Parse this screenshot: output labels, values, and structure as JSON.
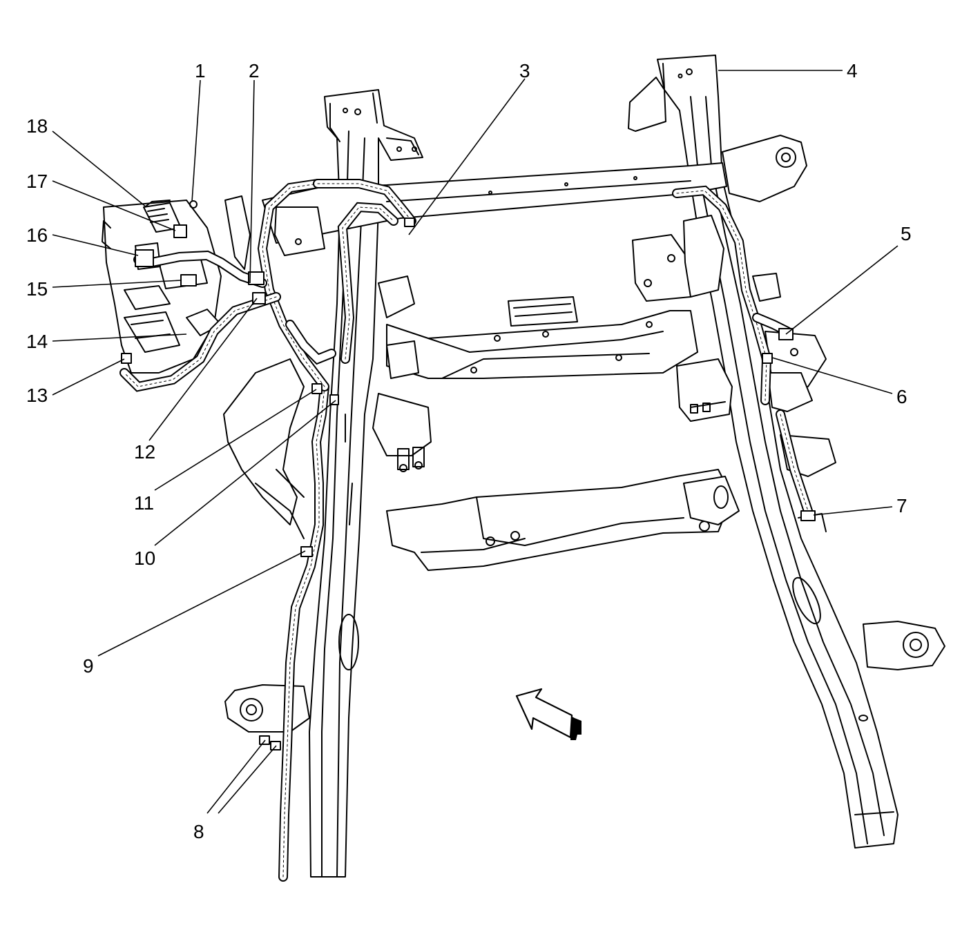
{
  "callouts": {
    "c1": "1",
    "c2": "2",
    "c3": "3",
    "c4": "4",
    "c5": "5",
    "c6": "6",
    "c7": "7",
    "c8": "8",
    "c9": "9",
    "c10": "10",
    "c11": "11",
    "c12": "12",
    "c13": "13",
    "c14": "14",
    "c15": "15",
    "c16": "16",
    "c17": "17",
    "c18": "18"
  },
  "icons": {
    "direction_arrow": "forward-direction-arrow-icon"
  },
  "colors": {
    "line": "#000000",
    "background": "#ffffff"
  }
}
